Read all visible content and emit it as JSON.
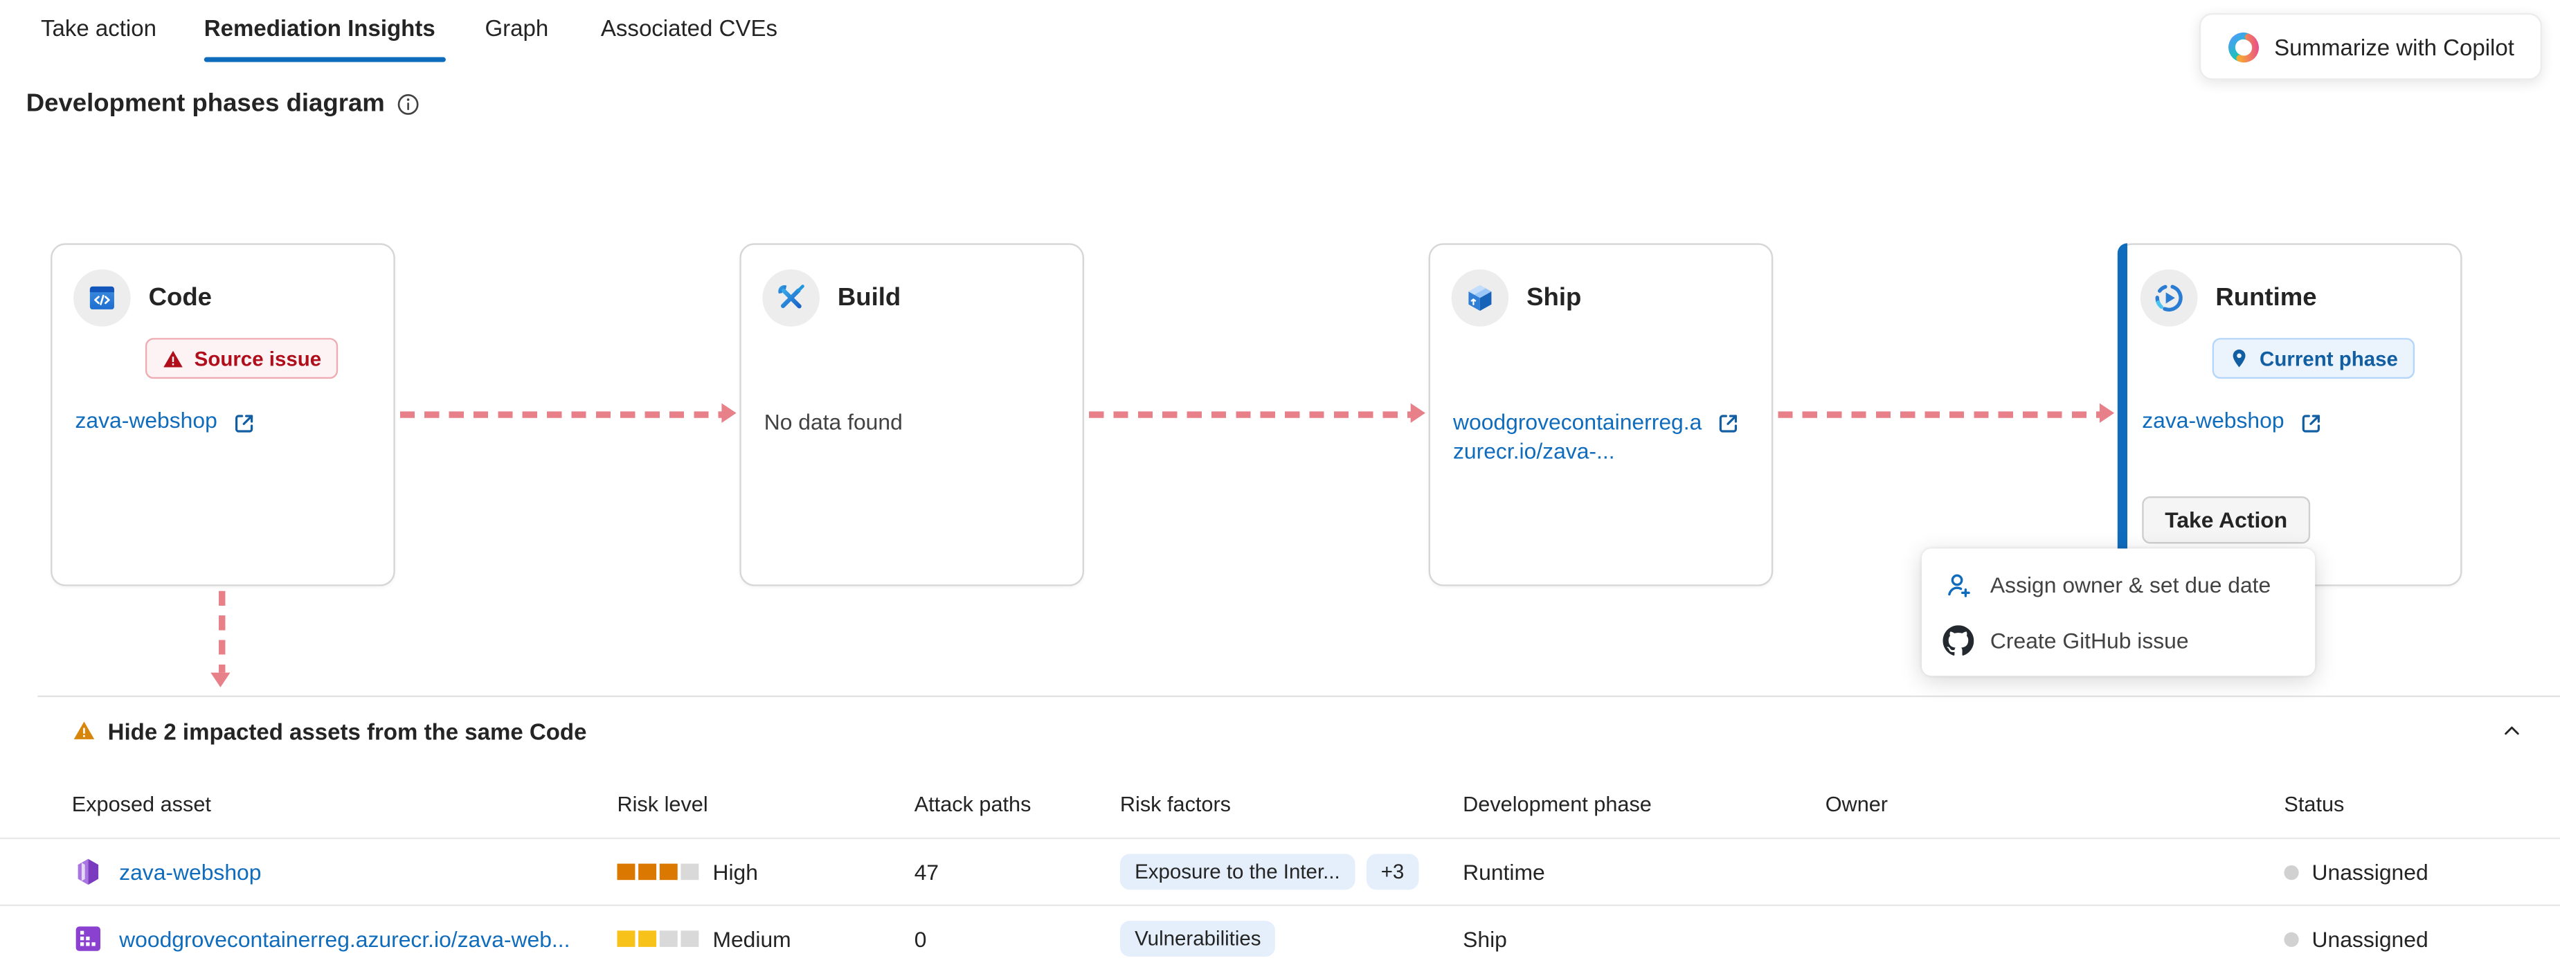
{
  "tabs": [
    {
      "label": "Take action",
      "active": false
    },
    {
      "label": "Remediation Insights",
      "active": true
    },
    {
      "label": "Graph",
      "active": false
    },
    {
      "label": "Associated CVEs",
      "active": false
    }
  ],
  "copilot_button": {
    "label": "Summarize with Copilot",
    "icon": "copilot-icon"
  },
  "section": {
    "title": "Development phases diagram",
    "info_icon": "info-icon"
  },
  "phases": {
    "code": {
      "title": "Code",
      "badge": "Source issue",
      "link": "zava-webshop",
      "icon": "code-icon"
    },
    "build": {
      "title": "Build",
      "empty_text": "No data found",
      "icon": "build-tools-icon"
    },
    "ship": {
      "title": "Ship",
      "link_line1": "woodgrovecontainerreg.a",
      "link_line2": "zurecr.io/zava-...",
      "icon": "package-icon"
    },
    "runtime": {
      "title": "Runtime",
      "badge": "Current phase",
      "link": "zava-webshop",
      "action_label": "Take Action",
      "icon": "runtime-icon"
    }
  },
  "menu": {
    "items": [
      {
        "label": "Assign owner & set due date",
        "icon": "person-add-icon"
      },
      {
        "label": "Create GitHub issue",
        "icon": "github-icon"
      }
    ]
  },
  "assets_section": {
    "title": "Hide 2 impacted assets from the same Code",
    "warning_icon": "warning-icon",
    "collapse_icon": "chevron-up-icon"
  },
  "table": {
    "columns": [
      "Exposed asset",
      "Risk level",
      "Attack paths",
      "Risk factors",
      "Development phase",
      "Owner",
      "Status"
    ],
    "rows": [
      {
        "asset": "zava-webshop",
        "asset_icon": "container-app-icon",
        "risk": {
          "label": "High",
          "filled": 3,
          "total": 4,
          "color": "#db7800",
          "empty_color": "#d9d9d9"
        },
        "attack_paths": "47",
        "risk_factor": "Exposure to the Inter...",
        "risk_factor_more": "+3",
        "development_phase": "Runtime",
        "owner": "",
        "status": "Unassigned"
      },
      {
        "asset": "woodgrovecontainerreg.azurecr.io/zava-web...",
        "asset_icon": "container-registry-icon",
        "risk": {
          "label": "Medium",
          "filled": 2,
          "total": 4,
          "color": "#f7c21a",
          "empty_color": "#d9d9d9"
        },
        "attack_paths": "0",
        "risk_factor": "Vulnerabilities",
        "risk_factor_more": "",
        "development_phase": "Ship",
        "owner": "",
        "status": "Unassigned"
      }
    ]
  },
  "colors": {
    "accent_blue": "#0f6cbd",
    "link_blue": "#0f6cbd",
    "arrow_salmon": "#e8808a",
    "high_risk": "#db7800",
    "medium_risk": "#f7c21a",
    "badge_red_text": "#b10e1c",
    "badge_blue_text": "#115ea3",
    "warning_orange": "#d8860b"
  }
}
